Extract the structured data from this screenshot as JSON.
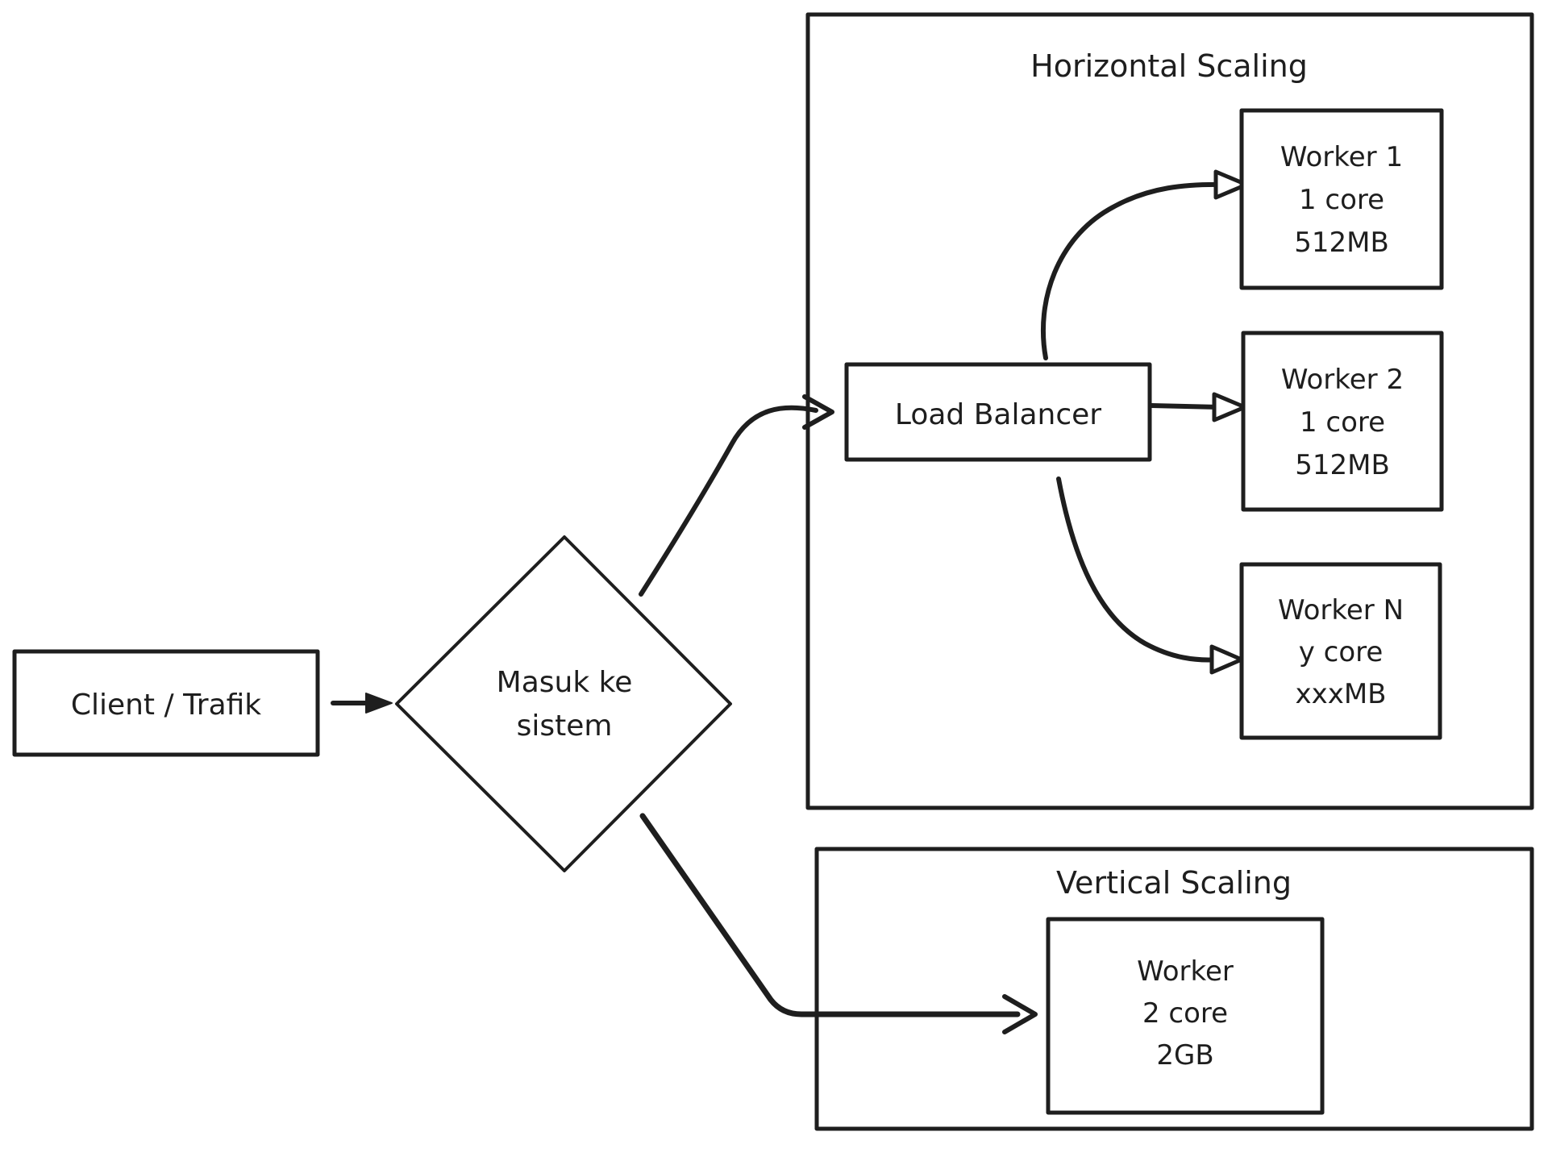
{
  "diagram": {
    "background_color": "#ffffff",
    "stroke_color": "#1e1e1e",
    "client": {
      "label": "Client / Trafik"
    },
    "decision": {
      "line1": "Masuk ke",
      "line2": "sistem"
    },
    "horizontal_group": {
      "title": "Horizontal Scaling",
      "load_balancer": {
        "label": "Load Balancer"
      },
      "workers": [
        {
          "line1": "Worker 1",
          "line2": "1 core",
          "line3": "512MB"
        },
        {
          "line1": "Worker 2",
          "line2": "1 core",
          "line3": "512MB"
        },
        {
          "line1": "Worker N",
          "line2": "y core",
          "line3": "xxxMB"
        }
      ]
    },
    "vertical_group": {
      "title": "Vertical Scaling",
      "worker": {
        "line1": "Worker",
        "line2": "2 core",
        "line3": "2GB"
      }
    }
  }
}
